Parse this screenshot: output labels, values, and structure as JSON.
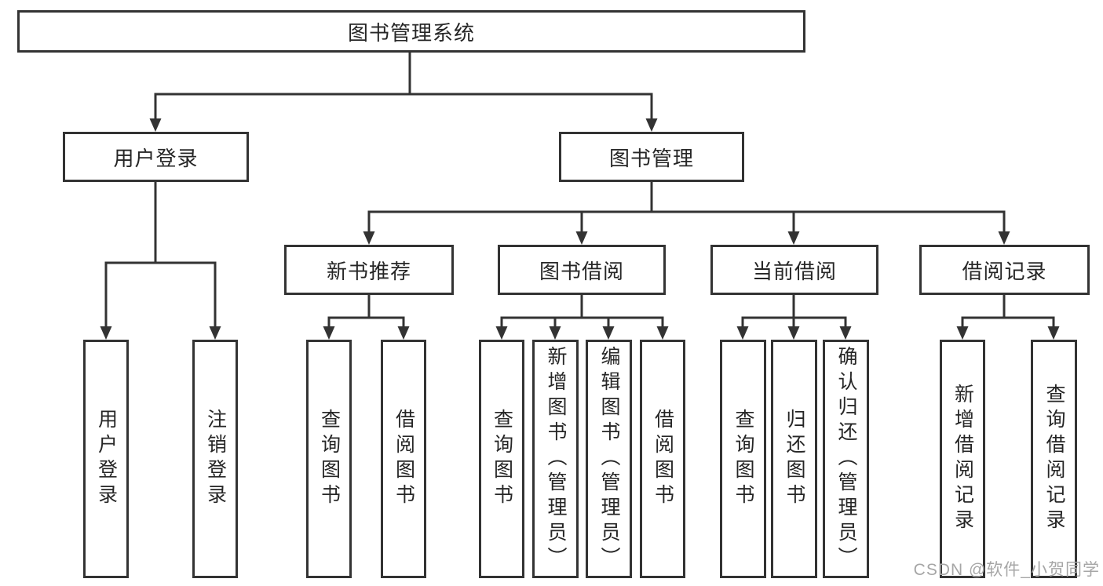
{
  "diagram": {
    "root_label": "图书管理系统",
    "level2": [
      "用户登录",
      "图书管理"
    ],
    "level3": [
      "新书推荐",
      "图书借阅",
      "当前借阅",
      "借阅记录"
    ],
    "leaves": {
      "user_login": [
        "用户登录",
        "注销登录"
      ],
      "new_book_recommend": [
        "查询图书",
        "借阅图书"
      ],
      "book_borrow": [
        "查询图书",
        "新增图书（管理员）",
        "编辑图书（管理员）",
        "借阅图书"
      ],
      "current_borrow": [
        "查询图书",
        "归还图书",
        "确认归还（管理员）"
      ],
      "borrow_records": [
        "新增借阅记录",
        "查询借阅记录"
      ]
    }
  },
  "watermark": "CSDN @软件_小贺同学",
  "colors": {
    "line": "#333333",
    "text": "#262626",
    "watermark": "#a6a6a6",
    "background": "#ffffff"
  }
}
